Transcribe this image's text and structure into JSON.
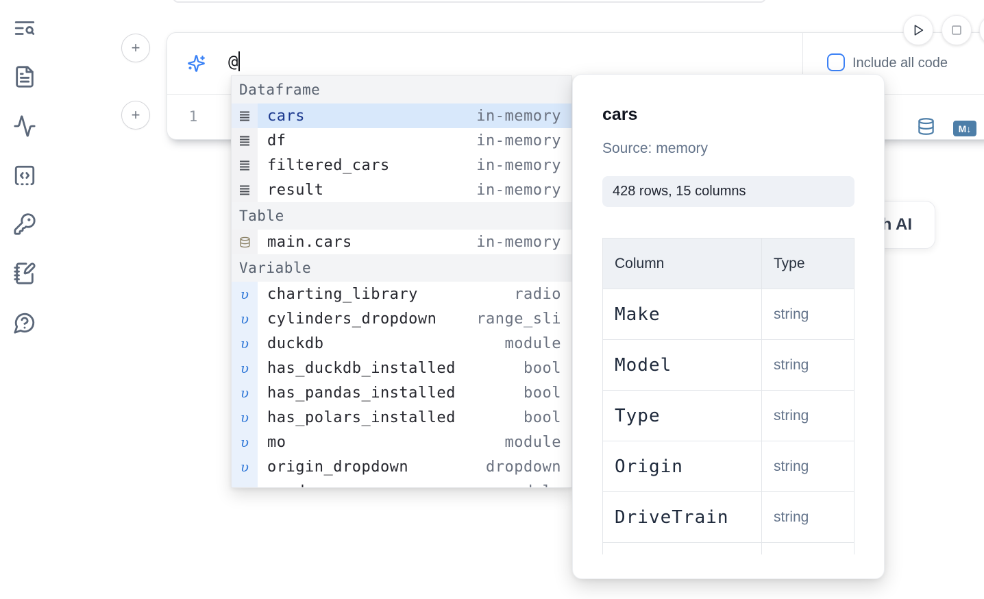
{
  "sidebar": {
    "icons": [
      "toc-search",
      "file",
      "activity",
      "snippets",
      "key",
      "scratchpad",
      "help"
    ]
  },
  "cell": {
    "add_above_label": "+",
    "add_below_label": "+",
    "ai_input_value": "@",
    "include_all_code_label": "Include all code",
    "editor_line_number": "1",
    "markdown_badge_label": "M↓"
  },
  "autocomplete": {
    "rows": [
      {
        "kind": "header",
        "label": "Dataframe"
      },
      {
        "kind": "item",
        "icon": "dataframe",
        "label": "cars",
        "detail": "in-memory",
        "selected": true
      },
      {
        "kind": "item",
        "icon": "dataframe",
        "label": "df",
        "detail": "in-memory"
      },
      {
        "kind": "item",
        "icon": "dataframe",
        "label": "filtered_cars",
        "detail": "in-memory"
      },
      {
        "kind": "item",
        "icon": "dataframe",
        "label": "result",
        "detail": "in-memory"
      },
      {
        "kind": "header",
        "label": "Table"
      },
      {
        "kind": "item",
        "icon": "table",
        "label": "main.cars",
        "detail": "in-memory"
      },
      {
        "kind": "header",
        "label": "Variable"
      },
      {
        "kind": "item",
        "icon": "variable",
        "label": "charting_library",
        "detail": "radio"
      },
      {
        "kind": "item",
        "icon": "variable",
        "label": "cylinders_dropdown",
        "detail": "range_sli"
      },
      {
        "kind": "item",
        "icon": "variable",
        "label": "duckdb",
        "detail": "module"
      },
      {
        "kind": "item",
        "icon": "variable",
        "label": "has_duckdb_installed",
        "detail": "bool"
      },
      {
        "kind": "item",
        "icon": "variable",
        "label": "has_pandas_installed",
        "detail": "bool"
      },
      {
        "kind": "item",
        "icon": "variable",
        "label": "has_polars_installed",
        "detail": "bool"
      },
      {
        "kind": "item",
        "icon": "variable",
        "label": "mo",
        "detail": "module"
      },
      {
        "kind": "item",
        "icon": "variable",
        "label": "origin_dropdown",
        "detail": "dropdown"
      },
      {
        "kind": "item",
        "icon": "variable",
        "label": "pandas",
        "detail": "module"
      }
    ]
  },
  "popup": {
    "title": "cars",
    "source_label": "Source: memory",
    "shape_label": "428 rows, 15 columns",
    "table": {
      "headers": [
        "Column",
        "Type"
      ],
      "rows": [
        [
          "Make",
          "string"
        ],
        [
          "Model",
          "string"
        ],
        [
          "Type",
          "string"
        ],
        [
          "Origin",
          "string"
        ],
        [
          "DriveTrain",
          "string"
        ],
        [
          "",
          ""
        ]
      ]
    }
  },
  "ai_card": {
    "visible_label_fragment": "h AI"
  },
  "colors": {
    "accent_blue": "#3b82f6",
    "selected_row_bg": "#d8e8fb",
    "steel_blue_icons": "#4d7ea8",
    "badge_bg": "#eef1f6"
  }
}
